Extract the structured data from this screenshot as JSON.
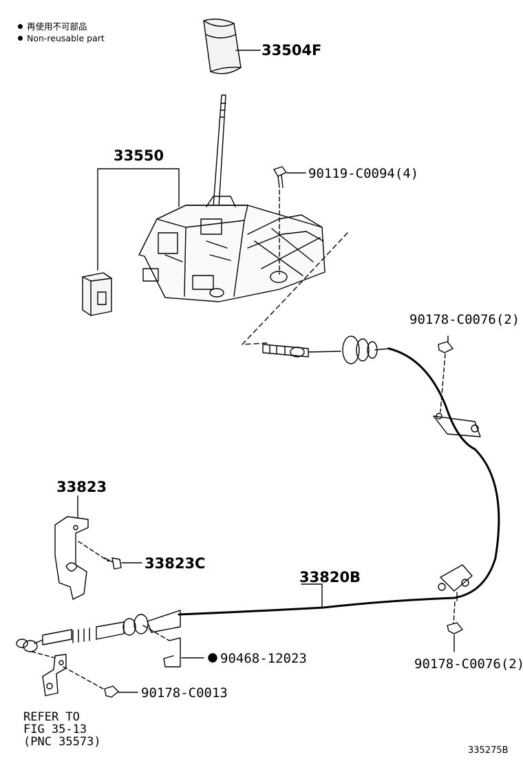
{
  "legend": {
    "marker": "●",
    "line_jp": "再使用不可部品",
    "line_en": "Non-reusable part"
  },
  "parts": {
    "shift_knob": "33504F",
    "shift_lever_assy": "33550",
    "bolt_lever": "90119-C0094(4)",
    "nut_upper": "90178-C0076(2)",
    "bracket": "33823",
    "bracket_screw": "33823C",
    "cable": "33820B",
    "clip": "90468-12023",
    "nut_small": "90178-C0013",
    "nut_lower": "90178-C0076(2)"
  },
  "refer": {
    "line1": "REFER TO",
    "line2": "FIG 35-13",
    "line3": "(PNC 35573)"
  },
  "diagram_id": "335275B"
}
